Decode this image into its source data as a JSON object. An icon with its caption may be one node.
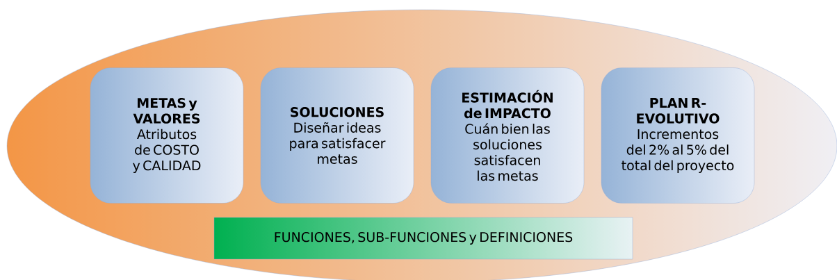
{
  "diagram": {
    "nodes": [
      {
        "text": [],
        "shape": "ellipse"
      },
      {
        "text": [
          "METAS y VALORES",
          "Atributos de COSTO y CALIDAD"
        ],
        "in": 0
      },
      {
        "text": [
          "SOLUCIONES",
          "Diseñar ideas para satisfacer metas"
        ],
        "in": 0
      },
      {
        "text": [
          "ESTIMACIÓN de IMPACTO",
          "Cuán bien las soluciones satisfacen las metas"
        ],
        "in": 0
      },
      {
        "text": [
          "PLAN R-EVOLUTIVO",
          "Incrementos del 2% al 5% del total del proyecto"
        ],
        "in": 0
      },
      {
        "text": [
          "FUNCIONES, SUB-FUNCIONES y DEFINICIONES"
        ],
        "in": 0
      }
    ]
  }
}
